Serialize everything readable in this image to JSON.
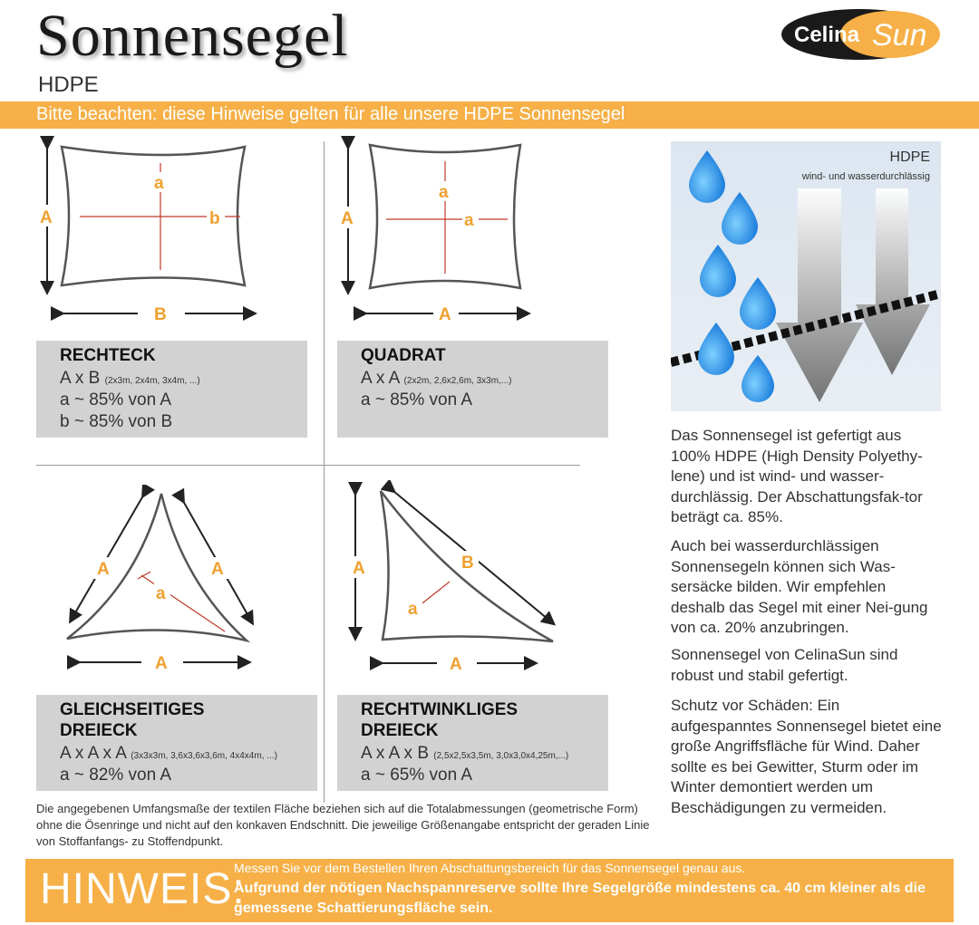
{
  "header": {
    "title": "Sonnensegel",
    "subtitle": "HDPE",
    "logo_text_left": "Celina",
    "logo_text_right": "Sun",
    "banner": "Bitte beachten: diese Hinweise gelten für alle unsere HDPE Sonnensegel"
  },
  "colors": {
    "accent": "#f6b047",
    "box": "#d2d2d2",
    "measure_line": "#c0392b"
  },
  "shapes": [
    {
      "heading": "RECHTECK",
      "line1_main": "A x B",
      "line1_small": "(2x3m, 2x4m, 3x4m, ...)",
      "line2": "a ~ 85% von A",
      "line3": "b ~ 85% von B",
      "labels": {
        "left": "A",
        "bottom": "B",
        "inner_v": "a",
        "inner_h": "b"
      }
    },
    {
      "heading": "QUADRAT",
      "line1_main": "A x A",
      "line1_small": "(2x2m, 2,6x2,6m, 3x3m,...)",
      "line2": "a ~ 85% von A",
      "labels": {
        "left": "A",
        "bottom": "A",
        "inner_v": "a",
        "inner_h": "a"
      }
    },
    {
      "heading": "GLEICHSEITIGES",
      "heading2": "DREIECK",
      "line1_main": "A x A x A",
      "line1_small": "(3x3x3m, 3,6x3,6x3,6m, 4x4x4m, ...)",
      "line2": "a ~ 82% von A",
      "labels": {
        "left": "A",
        "right": "A",
        "bottom": "A",
        "inner": "a"
      }
    },
    {
      "heading": "RECHTWINKLIGES",
      "heading2": "DREIECK",
      "line1_main": "A x A x B",
      "line1_small": "(2,5x2,5x3,5m, 3,0x3,0x4,25m,...)",
      "line2": "a ~ 65% von A",
      "labels": {
        "left": "A",
        "diag": "B",
        "bottom": "A",
        "inner": "a"
      }
    }
  ],
  "hdpe_graphic": {
    "title": "HDPE",
    "caption": "wind- und wasserdurchlässig"
  },
  "paragraphs": {
    "p1": "Das Sonnensegel ist gefertigt aus 100% HDPE (High Density Polyethy-lene) und ist wind- und wasser-durchlässig. Der Abschattungsfak-tor beträgt ca. 85%.",
    "p2": "Auch bei wasserdurchlässigen Sonnensegeln können sich Was-sersäcke bilden. Wir empfehlen deshalb das Segel mit einer Nei-gung von ca. 20% anzubringen.",
    "p3": "Sonnensegel von CelinaSun sind robust und stabil gefertigt.",
    "p4": "Schutz vor Schäden: Ein aufgespanntes Sonnensegel bietet eine große Angriffsfläche für Wind. Daher sollte es bei Gewitter, Sturm oder im Winter demontiert werden um Beschädigungen zu vermeiden."
  },
  "footnote": "Die angegebenen Umfangsmaße der textilen Fläche beziehen sich auf die Totalabmessungen (geometrische Form) ohne die Ösenringe und nicht auf den konkaven Endschnitt. Die jeweilige Größenangabe entspricht der geraden Linie von Stoffanfangs- zu Stoffendpunkt.",
  "bottom": {
    "label": "HINWEIS:",
    "line1": "Messen Sie vor dem Bestellen Ihren Abschattungsbereich für das Sonnensegel genau aus.",
    "line2": "Aufgrund der nötigen Nachspannreserve sollte Ihre Segelgröße mindestens ca. 40 cm kleiner als die gemessene Schattierungsfläche sein."
  }
}
